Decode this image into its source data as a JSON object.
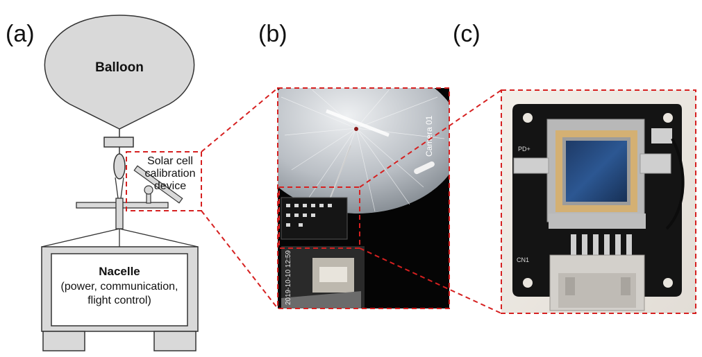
{
  "panels": {
    "a": {
      "label": "(a)"
    },
    "b": {
      "label": "(b)"
    },
    "c": {
      "label": "(c)"
    }
  },
  "diagram": {
    "balloon_label": "Balloon",
    "device_label_line1": "Solar cell",
    "device_label_line2": "calibration",
    "device_label_line3": "device",
    "nacelle_title": "Nacelle",
    "nacelle_line1": "(power, communication,",
    "nacelle_line2": "flight control)"
  },
  "photo_b": {
    "camera_text": "Camera 01",
    "timestamp_text": "2019-10-10 12:59"
  },
  "photo_c": {
    "pad_label": "PD+",
    "connector_label": "CN1"
  },
  "colors": {
    "callout": "#d62020",
    "balloon_fill": "#d9d9d9",
    "nacelle_fill": "#d9d9d9"
  }
}
